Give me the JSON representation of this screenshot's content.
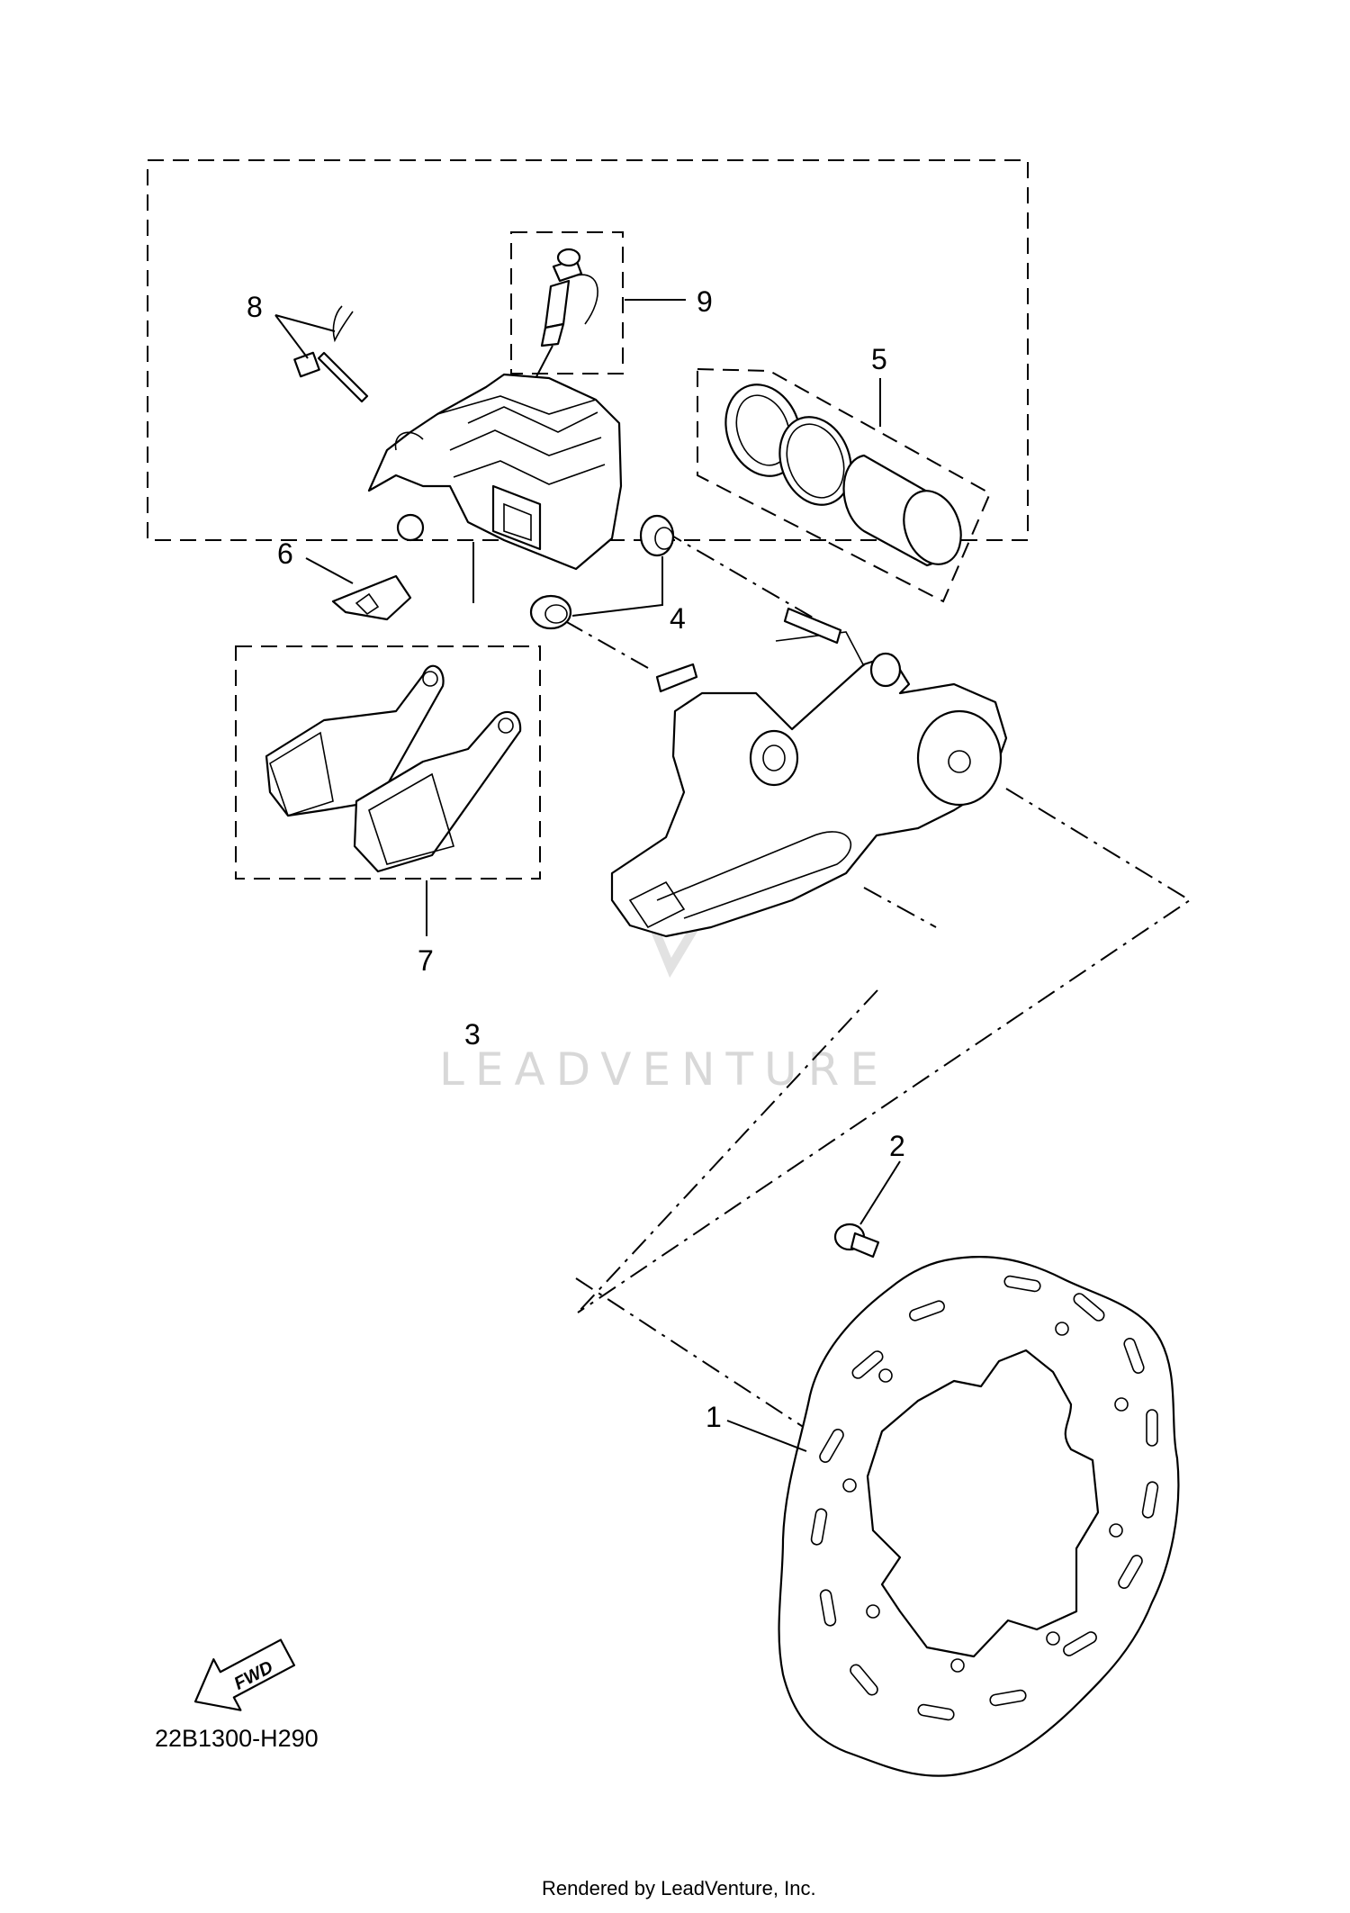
{
  "callouts": {
    "c1": "1",
    "c2": "2",
    "c3": "3",
    "c4": "4",
    "c5": "5",
    "c6": "6",
    "c7": "7",
    "c8": "8",
    "c9": "9"
  },
  "diagram_code": "22B1300-H290",
  "fwd_label": "FWD",
  "watermark": "LEADVENTURE",
  "footer": "Rendered by LeadVenture, Inc."
}
